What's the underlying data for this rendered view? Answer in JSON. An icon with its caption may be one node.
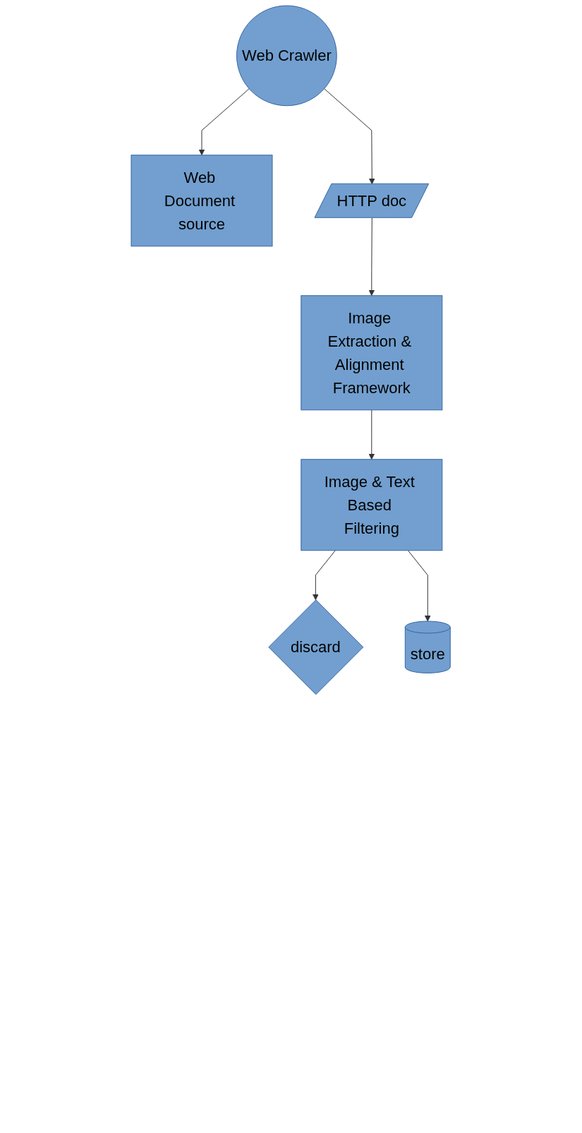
{
  "diagram": {
    "nodes": [
      {
        "text": [
          "Web Document source"
        ]
      },
      {
        "text": [
          "Web Crawler"
        ]
      },
      {
        "text": [
          "HTTP doc"
        ]
      },
      {
        "text": [
          "Image Extraction & Alignment Framework"
        ]
      },
      {
        "text": [
          "Image & Text Based Filtering"
        ]
      },
      {
        "text": [
          "discard"
        ]
      },
      {
        "text": [
          "store"
        ]
      }
    ],
    "edges": [
      {
        "from": 1,
        "to": 0,
        "arrow": "to"
      },
      {
        "from": 1,
        "to": 2,
        "arrow": "to"
      },
      {
        "from": 2,
        "to": 3,
        "arrow": "to"
      },
      {
        "from": 3,
        "to": 4,
        "arrow": "to"
      },
      {
        "from": 4,
        "to": 5,
        "arrow": "to"
      },
      {
        "from": 4,
        "to": 6,
        "arrow": "to"
      }
    ]
  }
}
